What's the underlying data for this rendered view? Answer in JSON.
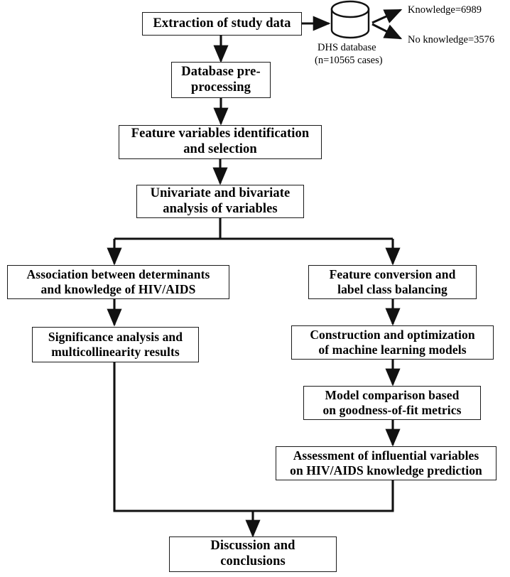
{
  "diagram": {
    "title": "Study workflow flowchart",
    "colors": {
      "stroke": "#1a1a1a",
      "text": "#000000",
      "background": "#ffffff"
    },
    "nodes": {
      "extraction": {
        "label": "Extraction  of  study  data"
      },
      "db_preprocessing": {
        "label": "Database pre-\nprocessing"
      },
      "feature_identification": {
        "label": "Feature variables identification\nand selection"
      },
      "univariate": {
        "label": "Univariate  and  bivariate\nanalysis of variables"
      },
      "association": {
        "label": "Association between determinants\nand knowledge of HIV/AIDS"
      },
      "significance": {
        "label": "Significance  analysis  and\nmulticollinearity  results"
      },
      "feature_conversion": {
        "label": "Feature conversion  and\nlabel class balancing"
      },
      "construction": {
        "label": "Construction  and  optimization\nof machine  learning  models"
      },
      "model_comparison": {
        "label": "Model comparison  based\non goodness-of-fit metrics"
      },
      "assessment": {
        "label": "Assessment of influential  variables\non HIV/AIDS knowledge  prediction"
      },
      "discussion": {
        "label": "Discussion and\nconclusions"
      }
    },
    "database": {
      "icon": "database-cylinder-icon",
      "caption_line1": "DHS  database",
      "caption_line2": "(n=10565  cases)"
    },
    "outcomes": {
      "knowledge": "Knowledge=6989",
      "no_knowledge": "No knowledge=3576"
    }
  }
}
